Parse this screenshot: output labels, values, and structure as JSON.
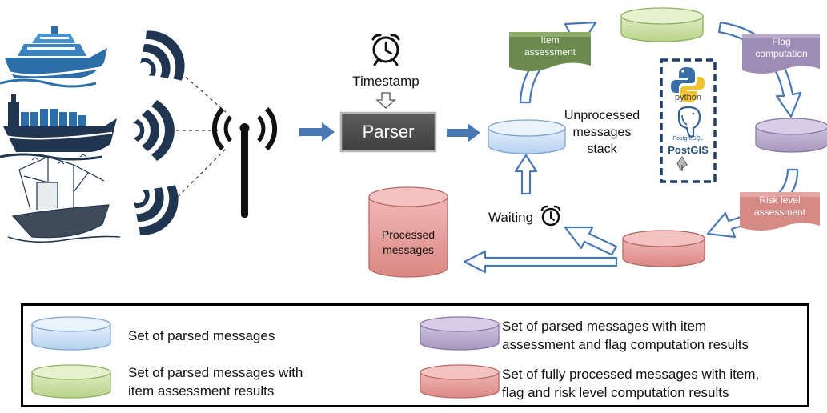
{
  "labels": {
    "timestamp": "Timestamp",
    "parser": "Parser",
    "unprocessed": [
      "Unprocessed",
      "messages",
      "stack"
    ],
    "item_assessment": [
      "Item",
      "assessment"
    ],
    "flag_computation": [
      "Flag",
      "computation"
    ],
    "risk_level": [
      "Risk level",
      "assessment"
    ],
    "waiting": "Waiting",
    "processed": [
      "Processed",
      "messages"
    ],
    "python": "python",
    "postgresql": "PostgreSQL",
    "postgis": "PostGIS"
  },
  "legend": [
    {
      "color": "#c9def5",
      "text": [
        "Set of parsed messages"
      ]
    },
    {
      "color": "#c8dd9f",
      "text": [
        "Set of parsed messages with",
        "item assessment results"
      ]
    },
    {
      "color": "#b4a4c8",
      "text": [
        "Set of parsed messages with item",
        "assessment and flag computation results"
      ]
    },
    {
      "color": "#e39a98",
      "text": [
        "Set of fully processed messages with item,",
        "flag and risk level computation results"
      ]
    }
  ],
  "colors": {
    "arrow": "#4a78b5",
    "parser_box": "#4d4d4d",
    "dark_navy": "#1f3550",
    "blue_db": "#c9def5",
    "green_db": "#c8dd9f",
    "purple_db": "#b4a4c8",
    "red_db": "#e39a98",
    "green_banner": "#6b8a4e",
    "purple_banner": "#9d8cb4",
    "red_banner": "#d58a86"
  },
  "icons": [
    "cruise-ship-icon",
    "cargo-ship-icon",
    "fishing-boat-icon",
    "signal-waves-icon",
    "antenna-icon",
    "alarm-clock-icon",
    "python-logo-icon",
    "postgresql-elephant-icon",
    "postgis-logo-icon"
  ]
}
